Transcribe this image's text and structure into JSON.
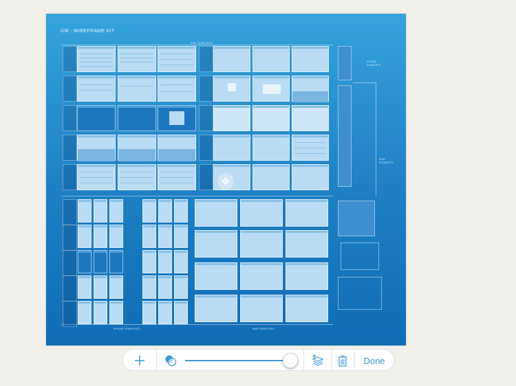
{
  "canvas": {
    "title": "UI8 - WIREFRAME KIT",
    "sections": {
      "ipad_templates": "IPAD TEMPLATES",
      "iphone_templates": "IPHONE TEMPLATES",
      "web_templates": "WEB TEMPLATES",
      "iphone_elements": "IPHONE ELEMENTS",
      "ipad_elements": "IPAD ELEMENTS"
    }
  },
  "toolbar": {
    "add_icon": "plus-icon",
    "blend_icon": "blend-mode-icon",
    "opacity": 1.0,
    "layers_icon": "layers-move-icon",
    "trash_icon": "trash-icon",
    "done_label": "Done"
  },
  "colors": {
    "accent": "#3a98d6",
    "canvas_top": "#34a3dc",
    "canvas_bottom": "#0f6db6",
    "background": "#f2f0ea"
  }
}
